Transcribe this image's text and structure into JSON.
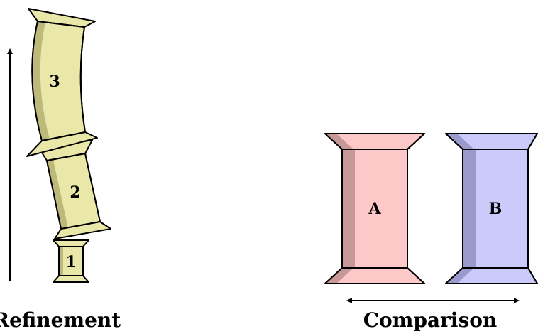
{
  "refinement": {
    "caption": "Refinement",
    "blocks": [
      {
        "label": "1"
      },
      {
        "label": "2"
      },
      {
        "label": "3"
      }
    ],
    "fill": "#eae8a8",
    "shade": "#bdb97a"
  },
  "comparison": {
    "caption": "Comparison",
    "blocks": [
      {
        "label": "A",
        "fill": "#fcc8c8",
        "shade": "#c89898"
      },
      {
        "label": "B",
        "fill": "#cbcbfb",
        "shade": "#9a9acc"
      }
    ]
  }
}
